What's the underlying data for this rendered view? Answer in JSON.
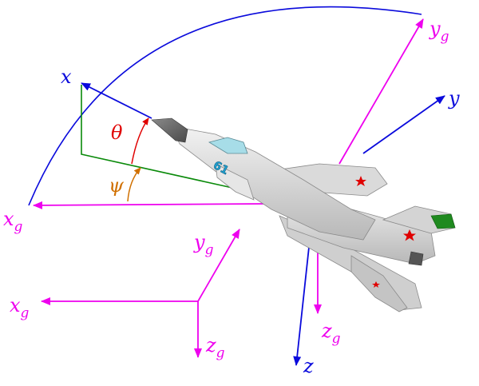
{
  "colors": {
    "body_axes": "#0a0adc",
    "ground_axes": "#ee00ee",
    "theta": "#e00000",
    "psi": "#d07000",
    "projection": "#0a8a0a",
    "fuselage": "#d8d8d8",
    "star": "#e00000",
    "fin_tip": "#1f8a1f",
    "tail_number": "#20a0d0"
  },
  "labels": {
    "x": "x",
    "y": "y",
    "z": "z",
    "xg_main": {
      "base": "x",
      "sub": "g"
    },
    "yg_main": {
      "base": "y",
      "sub": "g"
    },
    "zg_main": {
      "base": "z",
      "sub": "g"
    },
    "xg_ref": {
      "base": "x",
      "sub": "g"
    },
    "yg_ref": {
      "base": "y",
      "sub": "g"
    },
    "zg_ref": {
      "base": "z",
      "sub": "g"
    },
    "theta": "θ",
    "psi": "ψ",
    "tail_number": "61"
  },
  "icons": {
    "aircraft": "jet-fighter-icon",
    "star": "red-star-icon"
  }
}
